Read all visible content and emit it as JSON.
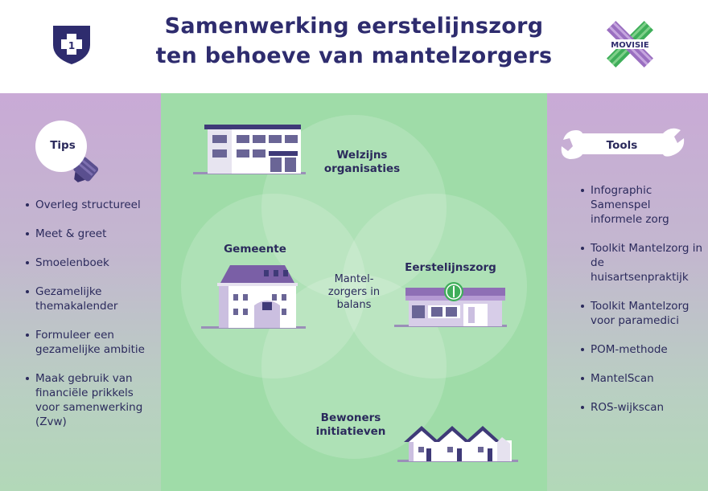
{
  "header": {
    "title_line1": "Samenwerking eerstelijnszorg",
    "title_line2": "ten behoeve van mantelzorgers",
    "movisie_logo_text": "MOVISIE"
  },
  "tips": {
    "title": "Tips",
    "items": [
      "Overleg structureel",
      "Meet & greet",
      "Smoelenboek",
      "Gezamelijke themakalender",
      "Formuleer een gezamelijke ambitie",
      "Maak gebruik van financiële prikkels voor samenwerking (Zvw)"
    ]
  },
  "tools": {
    "title": "Tools",
    "items": [
      "Infographic Samenspel informele zorg",
      "Toolkit Mantelzorg in de huisartsenpraktijk",
      "Toolkit Mantelzorg voor paramedici",
      "POM-methode",
      "MantelScan",
      "ROS-wijkscan"
    ]
  },
  "diagram": {
    "top": "Welzijns organisaties",
    "left": "Gemeente",
    "right": "Eerstelijnszorg",
    "bottom": "Bewoners initiatieven",
    "center": "Mantel-zorgers in balans"
  },
  "colors": {
    "navy": "#2b2a5c",
    "green": "#9fdca8",
    "purple": "#c9aad6",
    "accent_purple": "#8e6fb5",
    "cross_green": "#3fae5a"
  }
}
